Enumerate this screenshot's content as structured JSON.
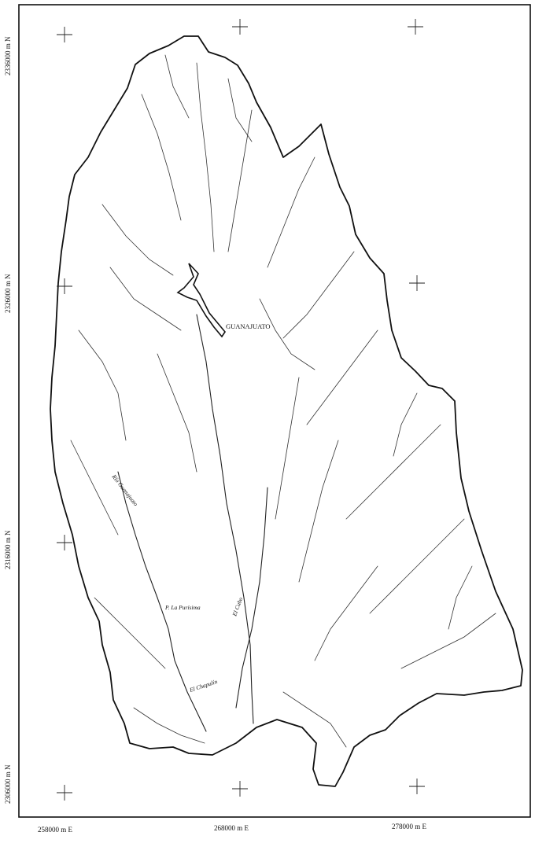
{
  "northing_labels": [
    "2336000 m N",
    "2326000 m N",
    "2316000 m N",
    "2306000 m N"
  ],
  "easting_labels": [
    "258000 m E",
    "268000 m E",
    "278000 m E"
  ],
  "place_labels": {
    "guanajuato": "GUANAJUATO",
    "rio_guanajuato": "Río Guanajuato",
    "la_purisima": "P. La Purísima",
    "el_cubo": "El Cubo",
    "el_chapulin": "El Chapulín"
  },
  "colors": {
    "ink": "#111111",
    "paper": "#ffffff"
  }
}
